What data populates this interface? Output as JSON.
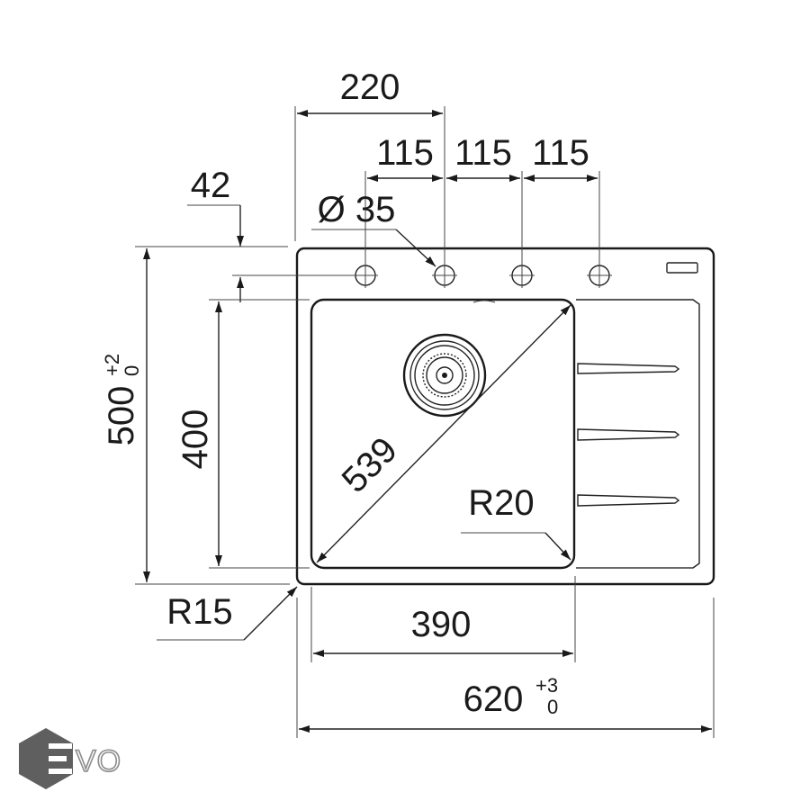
{
  "dimensions": {
    "hole_span": "220",
    "hole_pitch_1": "115",
    "hole_pitch_2": "115",
    "hole_pitch_3": "115",
    "edge_offset": "42",
    "hole_diameter": "Ø 35",
    "overall_depth": "500",
    "overall_depth_tol_upper": "+2",
    "overall_depth_tol_lower": "0",
    "bowl_depth": "400",
    "bowl_diagonal": "539",
    "inner_radius": "R20",
    "outer_radius": "R15",
    "bowl_width": "390",
    "overall_width": "620",
    "overall_width_tol_upper": "+3",
    "overall_width_tol_lower": "0"
  },
  "logo": {
    "text": "VO"
  },
  "colors": {
    "line": "#1a1a1a",
    "logo": "#5f5f5f",
    "background": "#ffffff"
  }
}
